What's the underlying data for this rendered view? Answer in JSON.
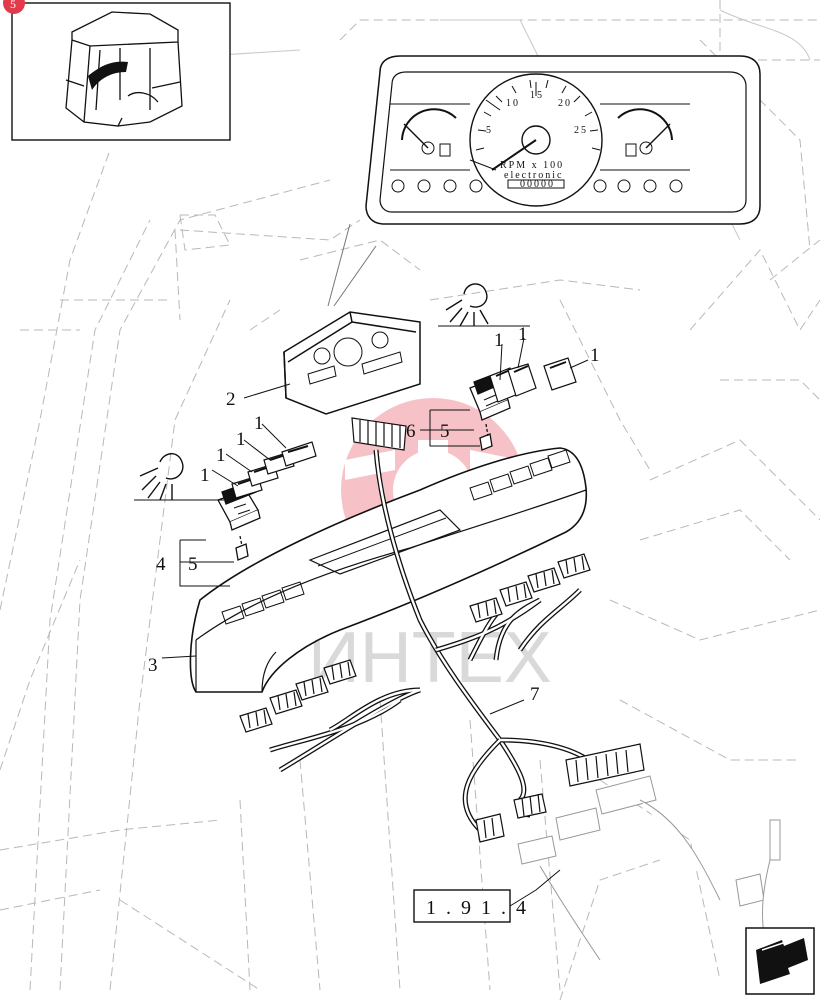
{
  "diagram": {
    "page_badge": "5",
    "callouts": {
      "switch_plate": "1",
      "cluster": "2",
      "console": "3",
      "bracket_left": "4",
      "clip": "5",
      "bracket_right": "6",
      "harness": "7"
    },
    "gauge": {
      "rpm_scale": [
        "5",
        "10",
        "15",
        "20",
        "25"
      ],
      "rpm_caption": "RPM x 100",
      "electronic": "electronic",
      "hour_meter": "00000"
    },
    "reference_box": "1.91.4",
    "watermark": "ИНТЕХ",
    "brand_color": "#e23a4a"
  }
}
